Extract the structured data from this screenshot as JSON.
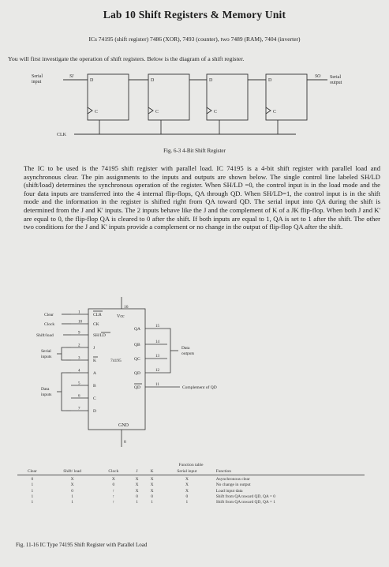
{
  "title": "Lab 10 Shift Registers & Memory Unit",
  "ics_line": "ICs 74195 (shift register) 7486 (XOR), 7493 (counter), two 7489 (RAM), 7404 (inverter)",
  "intro": "You will first investigate the operation of shift registers. Below is the diagram of a shift register.",
  "fig1": {
    "serial_input": [
      "Serial",
      "input"
    ],
    "si": "SI",
    "so": "SO",
    "serial_output": [
      "Serial",
      "output"
    ],
    "d": "D",
    "c": "C",
    "clk": "CLK",
    "caption": "Fig. 6-3  4-Bit Shift Register"
  },
  "paragraph": "The IC to be used is the 74195 shift register with parallel load. IC 74195 is a 4-bit shift register with parallel load and asynchronous clear. The pin assignments to the inputs and outputs are shown below. The single control line labeled SH/LD (shift/load) determines the synchronous operation of the register. When SH/LD =0, the control input is in the load mode and the four data inputs are transferred into the 4 internal flip-flops, QA through QD. When SH/LD=1, the control input is in the shift mode and the information in the register is shifted right from QA toward QD. The serial input into QA during the shift is determined from the J and K' inputs. The 2 inputs behave like the J and the complement of K of a JK flip-flop. When both J and K' are equal to 0, the flip-flop QA is cleared to 0 after the shift. If both inputs are equal to 1, QA is set to 1 after the shift. The other two conditions for the J and K' inputs provide a complement or no change in the output of flip-flop QA after the shift.",
  "fig2": {
    "vcc_pin": "16",
    "vcc": "Vcc",
    "gnd_pin": "8",
    "gnd": "GND",
    "chip": "74195",
    "left_labels": {
      "clear": "Clear",
      "clock": "Clock",
      "shift_load": "Shift/load",
      "serial_inputs": [
        "Serial",
        "inputs"
      ],
      "data_inputs": [
        "Data",
        "inputs"
      ]
    },
    "left_pins": [
      {
        "pin": "1",
        "name": "CLR"
      },
      {
        "pin": "10",
        "name": "CK"
      },
      {
        "pin": "9",
        "name": "SH/LD"
      },
      {
        "pin": "2",
        "name": "J"
      },
      {
        "pin": "3",
        "name": "K"
      },
      {
        "pin": "4",
        "name": "A"
      },
      {
        "pin": "5",
        "name": "B"
      },
      {
        "pin": "6",
        "name": "C"
      },
      {
        "pin": "7",
        "name": "D"
      }
    ],
    "right_pins": [
      {
        "pin": "15",
        "name": "QA"
      },
      {
        "pin": "14",
        "name": "QB"
      },
      {
        "pin": "13",
        "name": "QC"
      },
      {
        "pin": "12",
        "name": "QD"
      },
      {
        "pin": "11",
        "name": "QD"
      }
    ],
    "data_outputs": [
      "Data",
      "outputs"
    ],
    "complement": "Complement of QD"
  },
  "function_table": {
    "title": "Function table",
    "headers": [
      "Clear",
      "Shift/ load",
      "Clock",
      "J",
      "K",
      "Serial input",
      "Function"
    ],
    "rows": [
      [
        "0",
        "X",
        "X",
        "X",
        "X",
        "X",
        "Asynchronous clear"
      ],
      [
        "1",
        "X",
        "0",
        "X",
        "X",
        "X",
        "No change in output"
      ],
      [
        "1",
        "0",
        "↑",
        "X",
        "X",
        "X",
        "Load input data"
      ],
      [
        "1",
        "1",
        "↑",
        "0",
        "0",
        "0",
        "Shift from QA toward QD, QA = 0"
      ],
      [
        "1",
        "1",
        "↑",
        "1",
        "1",
        "1",
        "Shift from QA toward QD, QA = 1"
      ]
    ]
  },
  "fig2_caption": "Fig. 11-16  IC Type 74195 Shift Register with Parallel Load"
}
